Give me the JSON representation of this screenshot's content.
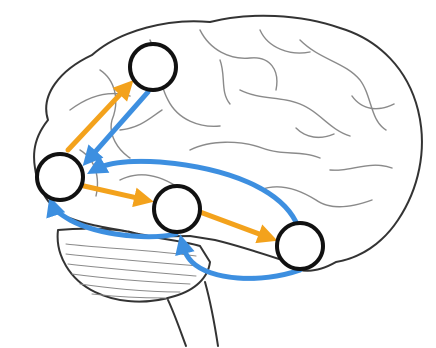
{
  "diagram": {
    "type": "brain-network",
    "colors": {
      "outline": "#333333",
      "fold": "#8a8a8a",
      "feedforward": "#f3a21c",
      "feedback": "#3d8fe0",
      "node_fill": "#ffffff",
      "node_stroke": "#111111"
    },
    "nodes": [
      {
        "id": "n1",
        "region": "prefrontal-top"
      },
      {
        "id": "n2",
        "region": "frontal"
      },
      {
        "id": "n3",
        "region": "temporal-mid"
      },
      {
        "id": "n4",
        "region": "temporal-posterior"
      }
    ],
    "edges": [
      {
        "from": "n2",
        "to": "n1",
        "kind": "feedforward"
      },
      {
        "from": "n1",
        "to": "n2",
        "kind": "feedback"
      },
      {
        "from": "n2",
        "to": "n3",
        "kind": "feedforward"
      },
      {
        "from": "n3",
        "to": "n4",
        "kind": "feedforward"
      },
      {
        "from": "n4",
        "to": "n2",
        "kind": "feedback"
      },
      {
        "from": "n3",
        "to": "n2",
        "kind": "feedback"
      },
      {
        "from": "n4",
        "to": "n3",
        "kind": "feedback"
      }
    ]
  }
}
